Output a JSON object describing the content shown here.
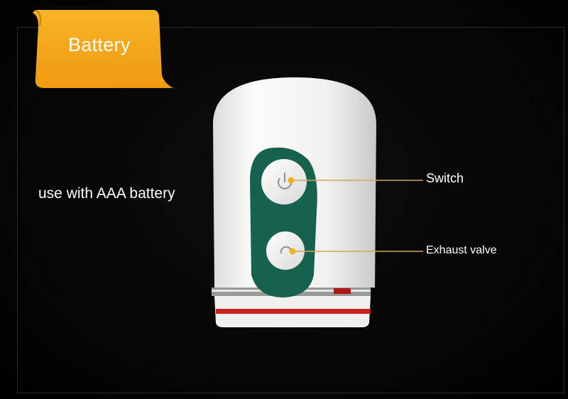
{
  "title": "Battery",
  "caption": "use with AAA battery",
  "labels": {
    "switch": "Switch",
    "exhaust": "Exhaust valve"
  },
  "colors": {
    "tag": "#f5a91b",
    "device_body": "#f4f4f2",
    "panel": "#16624e",
    "accent_ring": "#c8201c",
    "callout_line": "#d6a35b",
    "callout_dot": "#f2b01a"
  },
  "icons": {
    "switch": "power-icon",
    "exhaust": "exhaust-valve-icon"
  }
}
